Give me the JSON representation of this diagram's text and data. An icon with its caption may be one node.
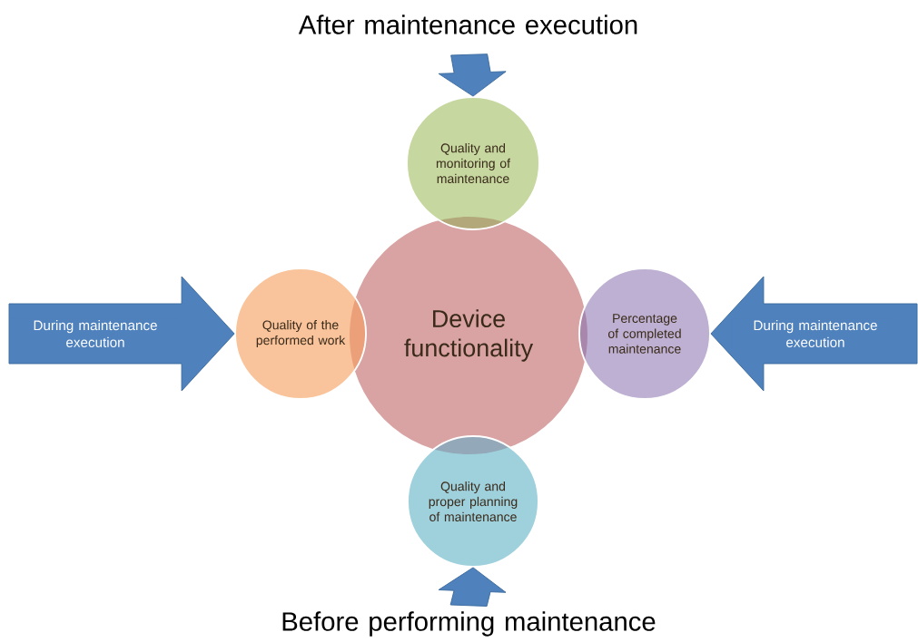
{
  "diagram": {
    "nodes": [
      {
        "text": [
          "Device functionality"
        ]
      },
      {
        "text": [
          "Quality and monitoring of maintenance"
        ]
      },
      {
        "text": [
          "Quality of the performed work"
        ]
      },
      {
        "text": [
          "Percentage of completed maintenance"
        ]
      },
      {
        "text": [
          "Quality and proper planning of maintenance"
        ]
      },
      {
        "text": [
          "After maintenance execution"
        ]
      },
      {
        "text": [
          "Before performing maintenance"
        ]
      }
    ],
    "edges": [
      {
        "from": 5,
        "to": 1,
        "arrow": "to"
      },
      {
        "from": null,
        "to": 2,
        "arrow": "to",
        "label": "During maintenance execution"
      },
      {
        "from": null,
        "to": 3,
        "arrow": "to",
        "label": "During maintenance execution"
      },
      {
        "from": 6,
        "to": 4,
        "arrow": "to"
      }
    ]
  }
}
